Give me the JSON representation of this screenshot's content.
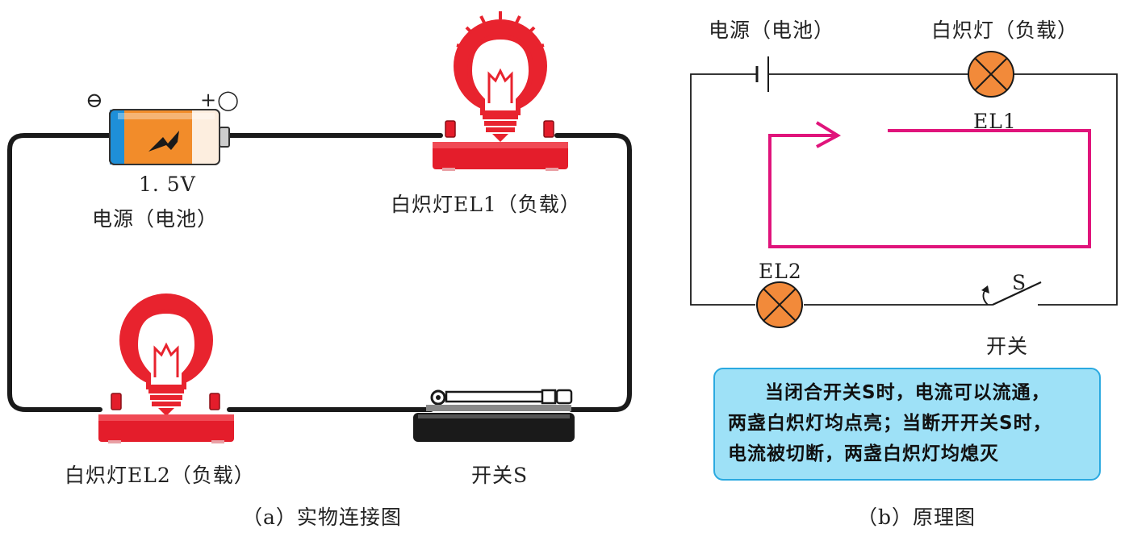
{
  "panel_a": {
    "battery_minus": "⊖",
    "battery_plus": "+◯",
    "battery_voltage": "1. 5V",
    "battery_name": "电源（电池）",
    "lamp1_name": "白炽灯EL1（负载）",
    "lamp2_name": "白炽灯EL2（负载）",
    "switch_name": "开关S",
    "caption": "（a）实物连接图"
  },
  "panel_b": {
    "battery_name": "电源（电池）",
    "lamp1_title": "白炽灯（负载）",
    "lamp1_label": "EL1",
    "lamp2_label": "EL2",
    "switch_label": "S",
    "switch_name": "开关",
    "caption": "（b）原理图"
  },
  "note": {
    "lines": [
      "当闭合开关S时，电流可以流通，",
      "两盏白炽灯均点亮；当断开开关S时，",
      "电流被切断，两盏白炽灯均熄灭"
    ]
  },
  "colors": {
    "wire": "#1a1a1a",
    "bulb_red": "#e8232e",
    "base_red": "#e41d2b",
    "battery_orange": "#f28c2a",
    "battery_blue": "#1e8fd8",
    "lamp_symbol": "#f28a3a",
    "current_path": "#e0147b",
    "note_bg": "#9ee1f7",
    "note_border": "#2aa9e0"
  },
  "icons": [
    "battery-icon",
    "light-bulb-icon",
    "knife-switch-icon",
    "lamp-symbol-icon",
    "current-arrow-icon"
  ]
}
